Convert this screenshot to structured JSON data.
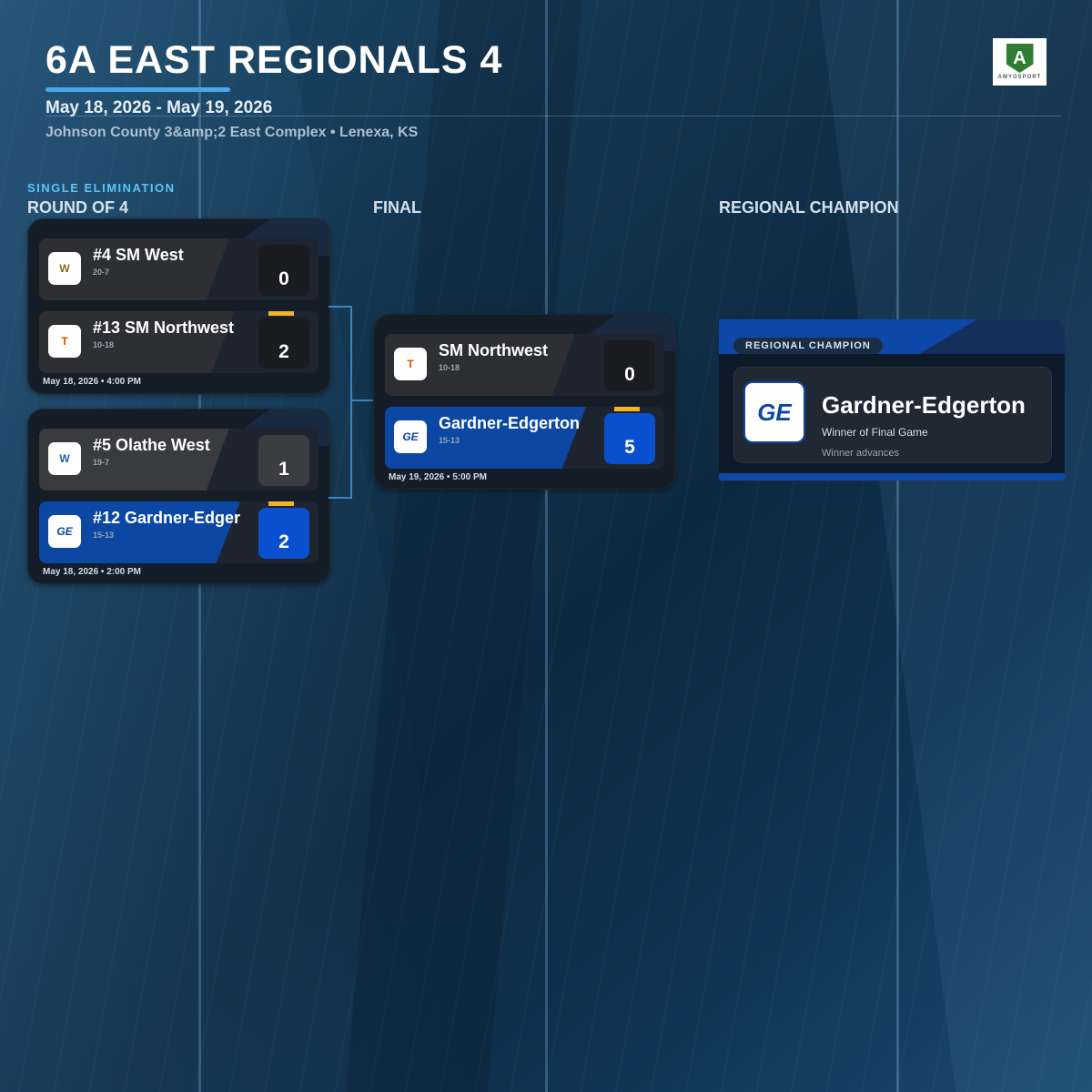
{
  "header": {
    "title": "6A EAST REGIONALS 4",
    "dates": "May 18, 2026 - May 19, 2026",
    "venue": "Johnson County 3&amp;2 East Complex • Lenexa, KS",
    "brand": "AMYOSPORT",
    "brand_mark": "A",
    "brand_color": "#2e7d32"
  },
  "bracket": {
    "format": "SINGLE ELIMINATION",
    "round_labels": [
      "ROUND OF 4",
      "FINAL",
      "REGIONAL CHAMPION"
    ]
  },
  "matches": [
    {
      "time": "May 18, 2026 • 4:00 PM",
      "teams": [
        {
          "name": "#4 SM West",
          "record": "20-7",
          "score": "0",
          "badge": "W",
          "badge_icon": "sm-west-logo-icon"
        },
        {
          "name": "#13 SM Northwest",
          "record": "10-18",
          "score": "2",
          "badge": "T",
          "badge_icon": "tiger-logo-icon"
        }
      ]
    },
    {
      "time": "May 18, 2026 • 2:00 PM",
      "teams": [
        {
          "name": "#5 Olathe West",
          "record": "19-7",
          "score": "1",
          "badge": "W",
          "badge_icon": "olathe-west-logo-icon"
        },
        {
          "name": "#12 Gardner-Edger",
          "record": "15-13",
          "score": "2",
          "badge": "GE",
          "badge_icon": "ge-logo-icon"
        }
      ]
    },
    {
      "time": "May 19, 2026 • 5:00 PM",
      "teams": [
        {
          "name": "SM Northwest",
          "record": "10-18",
          "score": "0",
          "badge": "T",
          "badge_icon": "tiger-logo-icon"
        },
        {
          "name": "Gardner-Edgerton",
          "record": "15-13",
          "score": "5",
          "badge": "GE",
          "badge_icon": "ge-logo-icon"
        }
      ]
    }
  ],
  "champion": {
    "label": "REGIONAL CHAMPION",
    "name": "Gardner-Edgerton",
    "subtitle": "Winner of Final Game",
    "note": "Winner advances",
    "badge": "GE"
  },
  "colors": {
    "accent": "#4aa8e8",
    "winner": "#0b47a3",
    "winner_flag": "#f0b429"
  }
}
